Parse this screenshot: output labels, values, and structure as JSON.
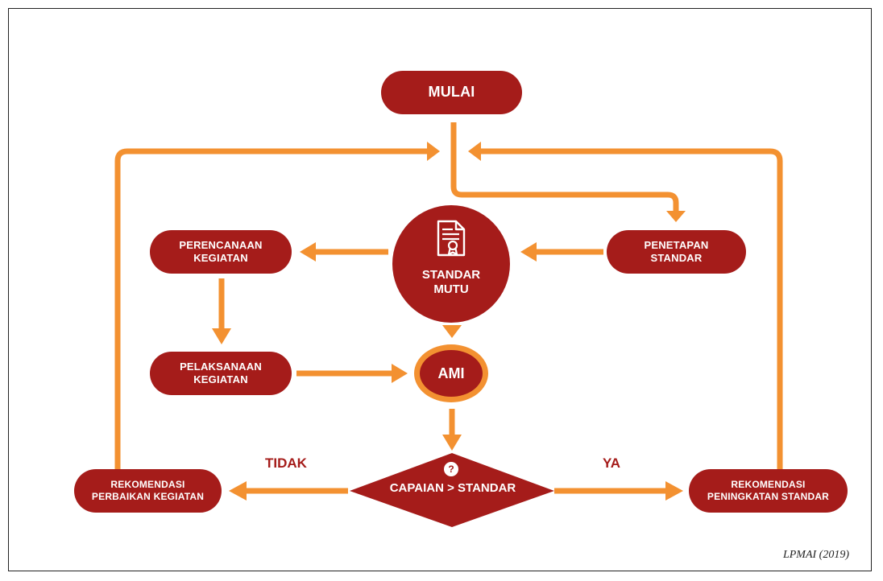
{
  "colors": {
    "box": "#a51c1a",
    "arrow": "#f39131",
    "text_on_box": "#ffffff",
    "branch_text": "#a51c1a"
  },
  "nodes": {
    "start": "MULAI",
    "standard_quality": [
      "STANDAR",
      "MUTU"
    ],
    "planning": [
      "PERENCANAAN",
      "KEGIATAN"
    ],
    "standard_setting": [
      "PENETAPAN",
      "STANDAR"
    ],
    "implementation": [
      "PELAKSANAAN",
      "KEGIATAN"
    ],
    "audit": "AMI",
    "decision": "CAPAIAN > STANDAR",
    "decision_icon": "?",
    "rec_improvement": [
      "REKOMENDASI",
      "PERBAIKAN KEGIATAN"
    ],
    "rec_enhancement": [
      "REKOMENDASI",
      "PENINGKATAN STANDAR"
    ]
  },
  "branches": {
    "no": "TIDAK",
    "yes": "YA"
  },
  "credit": "LPMAI (2019)",
  "icons": {
    "standard": "document-certificate-icon"
  }
}
